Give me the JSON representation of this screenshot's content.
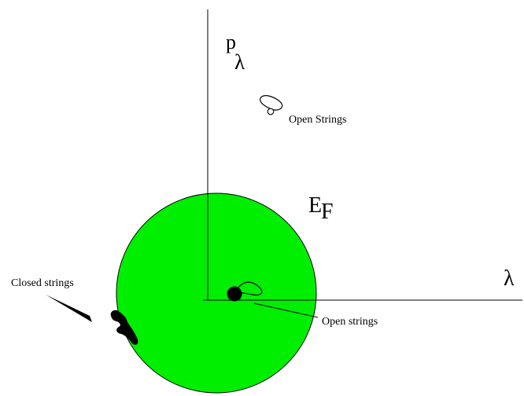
{
  "diagram": {
    "axes": {
      "vertical_label": "p",
      "vertical_label_sub": "λ",
      "horizontal_label": "λ"
    },
    "fermi_label": "E",
    "fermi_label_sub": "F",
    "annotations": {
      "open_strings_top": "Open Strings",
      "open_strings_bottom": "Open strings",
      "closed_strings": "Closed strings"
    },
    "colors": {
      "fermi_sea_fill": "#00ee00",
      "stroke": "#000000",
      "background": "#ffffff"
    }
  }
}
